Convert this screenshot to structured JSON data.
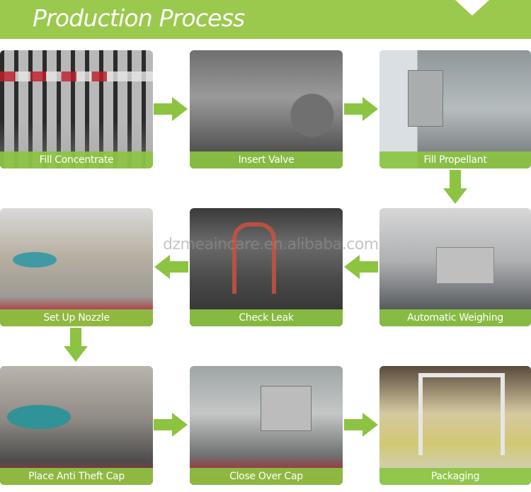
{
  "header": {
    "title": "Production Process",
    "accent_color": "#9bc94d"
  },
  "steps": [
    {
      "label": "Fill Concentrate"
    },
    {
      "label": "Insert Valve"
    },
    {
      "label": "Fill Propellant"
    },
    {
      "label": "Automatic Weighing"
    },
    {
      "label": "Check Leak"
    },
    {
      "label": "Set Up Nozzle"
    },
    {
      "label": "Place Anti Theft Cap"
    },
    {
      "label": "Close Over Cap"
    },
    {
      "label": "Packaging"
    }
  ],
  "arrows": [
    {
      "direction": "right",
      "icon": "arrow-right-icon"
    },
    {
      "direction": "right",
      "icon": "arrow-right-icon"
    },
    {
      "direction": "down",
      "icon": "arrow-down-icon"
    },
    {
      "direction": "left",
      "icon": "arrow-left-icon"
    },
    {
      "direction": "left",
      "icon": "arrow-left-icon"
    },
    {
      "direction": "down",
      "icon": "arrow-down-icon"
    },
    {
      "direction": "right",
      "icon": "arrow-right-icon"
    },
    {
      "direction": "right",
      "icon": "arrow-right-icon"
    }
  ],
  "watermark": "dzmeaincare.en.alibaba.com",
  "colors": {
    "caption_bg": "#8cc442",
    "arrow": "#8cc442",
    "text": "#ffffff"
  }
}
